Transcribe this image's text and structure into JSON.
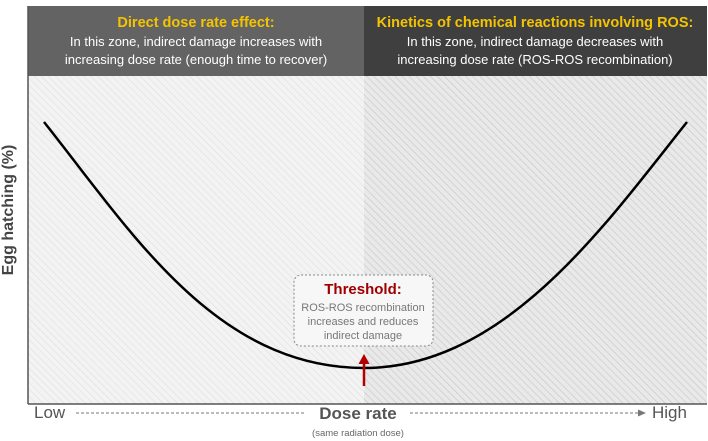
{
  "headers": {
    "left": {
      "title": "Direct dose rate effect:",
      "line1": "In this zone, indirect damage increases with",
      "line2": "increasing dose rate (enough time to recover)"
    },
    "right": {
      "title": "Kinetics of chemical reactions involving ROS:",
      "line1": "In this zone, indirect damage decreases with",
      "line2": "increasing dose rate (ROS-ROS recombination)"
    }
  },
  "axes": {
    "y_label": "Egg hatching (%)",
    "x_low": "Low",
    "x_label": "Dose rate",
    "x_high": "High",
    "x_sublabel": "(same radiation dose)"
  },
  "threshold": {
    "title": "Threshold:",
    "line1": "ROS-ROS recombination",
    "line2": "increases and reduces",
    "line3": "indirect damage"
  },
  "colors": {
    "header_left": "#636363",
    "header_right": "#3f3f3f",
    "header_title": "#f5c400",
    "curve": "#000000",
    "threshold_arrow": "#b00000",
    "threshold_title": "#a00000"
  }
}
